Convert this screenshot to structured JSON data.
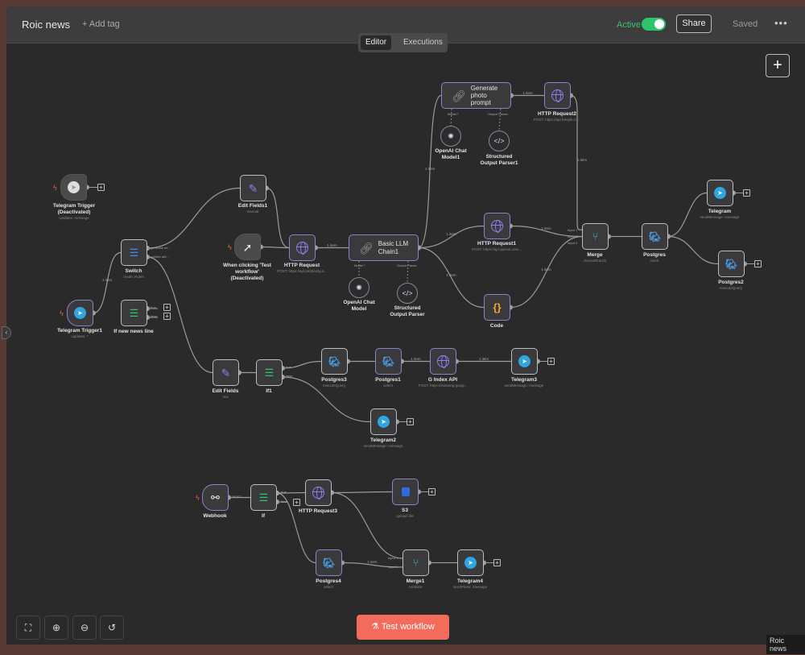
{
  "header": {
    "title": "Roic news",
    "add_tag": "+ Add tag",
    "active_label": "Active",
    "active": true,
    "share": "Share",
    "saved": "Saved",
    "more": "•••"
  },
  "tabs": [
    {
      "label": "Editor",
      "selected": true
    },
    {
      "label": "Executions",
      "selected": false
    }
  ],
  "add_node": "+",
  "nodes": {
    "telegram_trigger": {
      "title": "Telegram Trigger",
      "status": "(Deactivated)",
      "sub": "Updates: message"
    },
    "telegram_trigger1": {
      "title": "Telegram Trigger1",
      "sub": "Updates: *"
    },
    "switch": {
      "title": "Switch",
      "sub": "mode: Rules",
      "outputs": [
        "generate ne...",
        "publish arti..."
      ]
    },
    "if_new_news": {
      "title": "If new news line",
      "outputs": [
        "true",
        "false"
      ]
    },
    "edit_fields1": {
      "title": "Edit Fields1",
      "sub": "manual"
    },
    "manual_trigger": {
      "title": "When clicking 'Test workflow'",
      "status": "(Deactivated)"
    },
    "http_request": {
      "title": "HTTP Request",
      "sub": "POST: https://api.perplexity.a..."
    },
    "basic_llm_chain1": {
      "title": "Basic LLM Chain1",
      "ports": [
        "Model *",
        "Output Parser"
      ]
    },
    "openai_chat_model": {
      "title": "OpenAI Chat Model"
    },
    "structured_output_parser": {
      "title": "Structured Output Parser"
    },
    "generate_photo_prompt": {
      "title": "Generate photo prompt",
      "ports": [
        "Model *",
        "Output Parser"
      ]
    },
    "openai_chat_model1": {
      "title": "OpenAI Chat Model1"
    },
    "structured_output_parser1": {
      "title": "Structured Output Parser1"
    },
    "http_request2": {
      "title": "HTTP Request2",
      "sub": "POST: https://api.freepik.co..."
    },
    "http_request1": {
      "title": "HTTP Request1",
      "sub": "POST: https://api.openai.com..."
    },
    "code": {
      "title": "Code"
    },
    "merge": {
      "title": "Merge",
      "sub": "chooseBranch",
      "inputs": [
        "Input 1",
        "Input 2",
        "Input 3"
      ]
    },
    "postgres": {
      "title": "Postgres",
      "sub": "insert"
    },
    "telegram": {
      "title": "Telegram",
      "sub": "sendMessage: message"
    },
    "postgres2": {
      "title": "Postgres2",
      "sub": "executeQuery"
    },
    "edit_fields": {
      "title": "Edit Fields",
      "sub": "raw"
    },
    "if1": {
      "title": "If1",
      "outputs": [
        "true",
        "false"
      ]
    },
    "postgres3": {
      "title": "Postgres3",
      "sub": "executeQuery"
    },
    "postgres1": {
      "title": "Postgres1",
      "sub": "select"
    },
    "g_index_api": {
      "title": "G Index API",
      "sub": "POST: https://indexing.googl..."
    },
    "telegram3": {
      "title": "Telegram3",
      "sub": "sendMessage: message"
    },
    "telegram2": {
      "title": "Telegram2",
      "sub": "sendMessage: message"
    },
    "webhook": {
      "title": "Webhook",
      "outputs": [
        "POST"
      ]
    },
    "if": {
      "title": "If",
      "outputs": [
        "true",
        "false"
      ]
    },
    "http_request3": {
      "title": "HTTP Request3"
    },
    "s3": {
      "title": "S3",
      "sub": "upload: file"
    },
    "postgres4": {
      "title": "Postgres4",
      "sub": "select"
    },
    "merge1": {
      "title": "Merge1",
      "sub": "combine",
      "inputs": [
        "Input 1",
        "Input 2"
      ]
    },
    "telegram4": {
      "title": "Telegram4",
      "sub": "sendPhoto: message"
    }
  },
  "edge_labels": [
    "1 item",
    "1 item",
    "1 item",
    "1 item",
    "1 item",
    "1 item",
    "1 item",
    "1 item",
    "1 item",
    "1 item",
    "1 item",
    "1 item"
  ],
  "footer": {
    "test_workflow": "Test workflow",
    "tooltip": "Roic news"
  }
}
